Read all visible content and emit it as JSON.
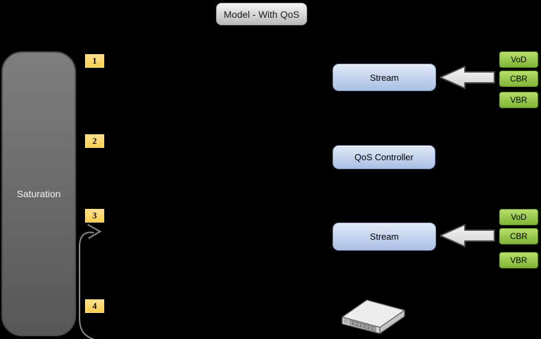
{
  "title": {
    "label": "Model - With QoS"
  },
  "saturation_label": "Saturation",
  "markers": [
    "1",
    "2",
    "3",
    "4"
  ],
  "nodes": {
    "stream_top": "Stream",
    "qos_controller": "QoS Controller",
    "stream_bottom": "Stream"
  },
  "traffic_sources_top": [
    "VoD",
    "CBR",
    "VBR"
  ],
  "traffic_sources_bottom": [
    "VoD",
    "CBR",
    "VBR"
  ],
  "icons": {
    "block_arrow": "block-arrow-left-icon",
    "curved_arrow": "curved-arrow-icon",
    "network_switch": "network-switch-icon"
  },
  "colors": {
    "background": "#000000",
    "node_blue_top": "#e0e9f8",
    "node_blue_bottom": "#aac0e4",
    "node_blue_border": "#8096c2",
    "source_green_top": "#b7de6a",
    "source_green_bottom": "#7eb535",
    "source_green_border": "#5a8526",
    "marker_yellow": "#fcd45f",
    "saturation_gray_top": "#7e7e7e",
    "saturation_gray_bottom": "#575757",
    "title_gray_top": "#f6f6f6",
    "title_gray_bottom": "#b9b9b9",
    "arrow_fill": "#ececec",
    "arrow_border": "#4a4a4a",
    "curve_gray": "#8c8c8c"
  }
}
